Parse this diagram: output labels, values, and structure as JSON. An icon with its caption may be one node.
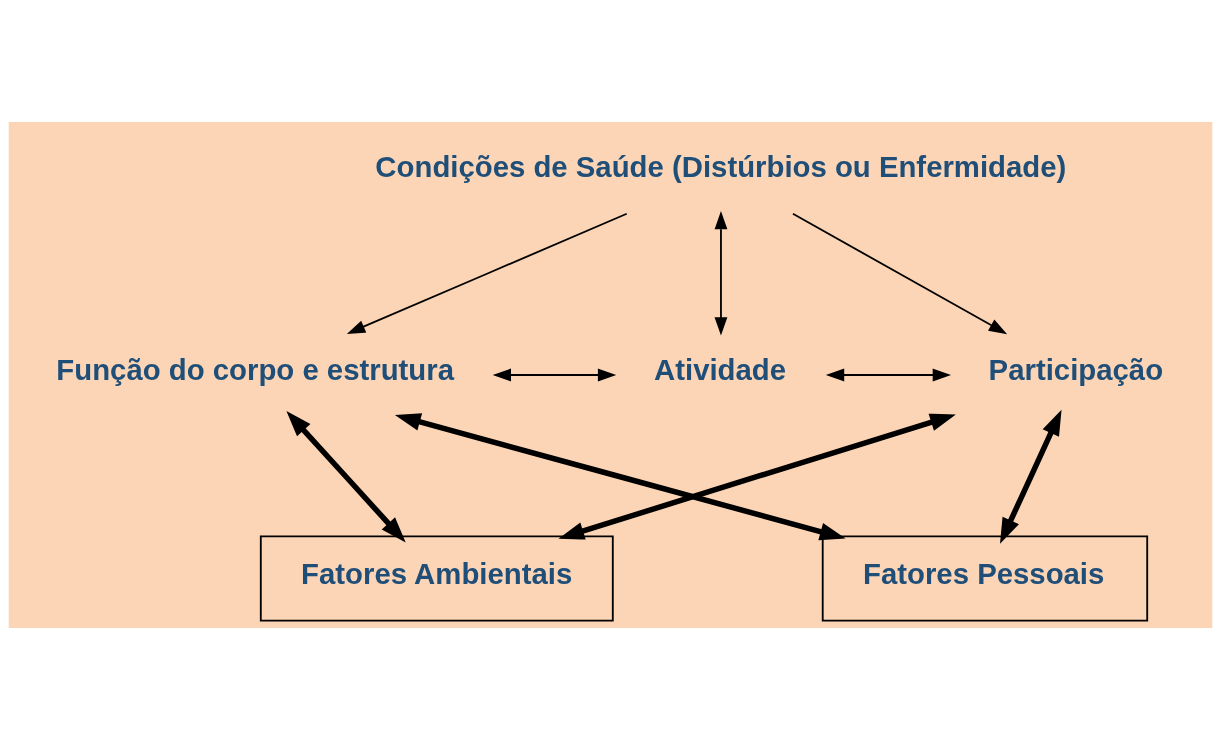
{
  "diagram": {
    "nodes": [
      {
        "text": [
          "Condições de Saúde (Distúrbios ou Enfermidade)"
        ]
      },
      {
        "text": [
          "Função do corpo e estrutura"
        ]
      },
      {
        "text": [
          "Atividade"
        ]
      },
      {
        "text": [
          "Participação"
        ]
      },
      {
        "text": [
          "Fatores Ambientais"
        ]
      },
      {
        "text": [
          "Fatores Pessoais"
        ]
      }
    ],
    "edges": [
      {
        "from": 0,
        "to": 2,
        "arrow": "both"
      },
      {
        "from": 0,
        "to": 1,
        "arrow": "to"
      },
      {
        "from": 0,
        "to": 3,
        "arrow": "to"
      },
      {
        "from": 1,
        "to": 2,
        "arrow": "both"
      },
      {
        "from": 2,
        "to": 3,
        "arrow": "both"
      },
      {
        "from": 1,
        "to": 4,
        "arrow": "both",
        "style": "thick"
      },
      {
        "from": 3,
        "to": 4,
        "arrow": "both",
        "style": "thick"
      },
      {
        "from": 1,
        "to": 5,
        "arrow": "both",
        "style": "thick"
      },
      {
        "from": 3,
        "to": 5,
        "arrow": "both",
        "style": "thick"
      }
    ]
  }
}
